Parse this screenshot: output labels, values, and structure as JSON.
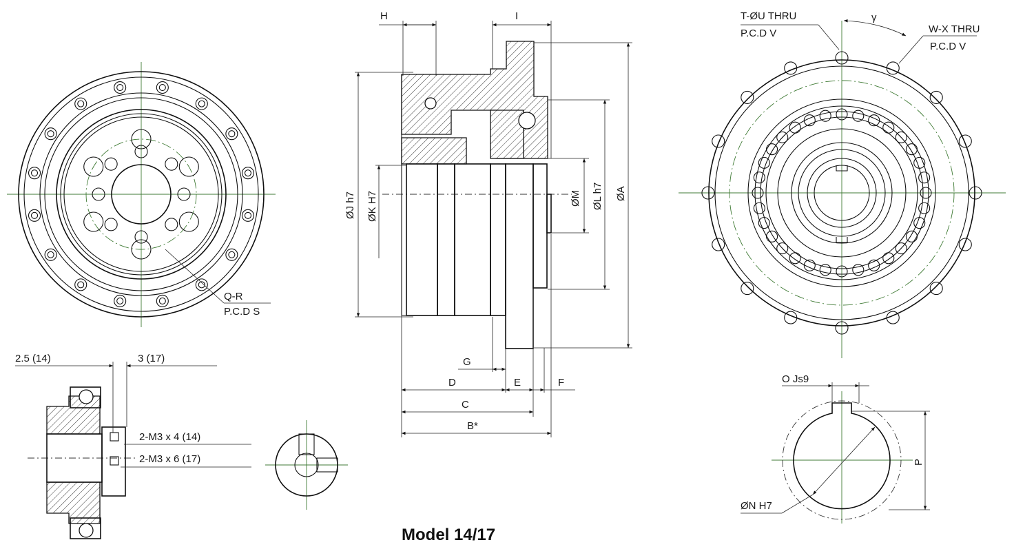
{
  "title": "Model 14/17",
  "front_view": {
    "label_q_r": "Q-R",
    "label_pcd_s": "P.C.D S"
  },
  "section_view": {
    "dim_h": "H",
    "dim_i": "I",
    "dim_j": "ØJ h7",
    "dim_k": "ØK H7",
    "dim_m": "ØM",
    "dim_l": "ØL h7",
    "dim_a": "ØA",
    "dim_g": "G",
    "dim_d": "D",
    "dim_e": "E",
    "dim_f": "F",
    "dim_c": "C",
    "dim_b": "B*"
  },
  "rear_view": {
    "label_t_u": "T-ØU THRU",
    "label_pcd_v_left": "P.C.D V",
    "label_w_x": "W-X THRU",
    "label_pcd_v_right": "P.C.D V",
    "label_gamma": "γ"
  },
  "hub_detail": {
    "dim_left": "2.5 (14)",
    "dim_right": "3 (17)",
    "tap_1": "2-M3 x 4 (14)",
    "tap_2": "2-M3 x 6 (17)"
  },
  "keyway_detail": {
    "label_o": "O Js9",
    "label_p": "P",
    "label_n": "ØN H7"
  }
}
